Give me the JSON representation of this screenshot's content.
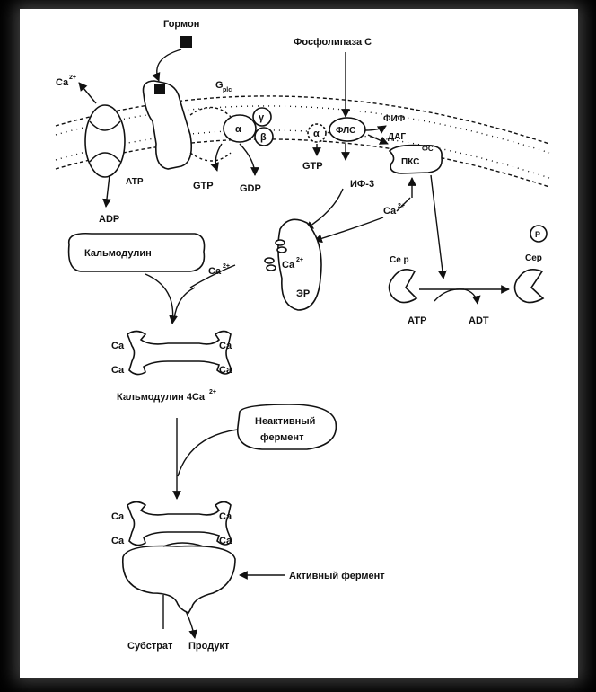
{
  "labels": {
    "hormone": "Гормон",
    "phospholipase": "Фосфолипаза С",
    "ca_top": "Ca",
    "ca_sup": "2+",
    "gplc": "G",
    "gplc_sub": "plc",
    "alpha": "α",
    "gamma": "γ",
    "beta": "β",
    "alpha2": "α",
    "fls": "ФЛС",
    "fif": "ФИФ",
    "dag": "ДАГ",
    "fs": "ФС",
    "pks": "ПКС",
    "atp_top": "АТР",
    "adp": "ADP",
    "gtp1": "GTP",
    "gdp": "GDP",
    "gtp2": "GTP",
    "if3": "ИФ-3",
    "ca_if": "Ca",
    "ca_if_sup": "2+",
    "calmodulin": "Кальмодулин",
    "ca_cal": "Ca",
    "ca_cal_sup": "2+",
    "ca_er": "Ca",
    "ca_er_sup": "2+",
    "er": "ЭР",
    "cer_left": "Се р",
    "p_circle": "P",
    "cer_right": "Сер",
    "atp_bottom": "АТР",
    "adt": "ADT",
    "ca1": "Ca",
    "ca2": "Ca",
    "ca3": "Ca",
    "ca4": "Ca",
    "calmodulin4ca": "Кальмодулин 4Ca",
    "calmodulin4ca_sup": "2+",
    "inactive1": "Неактивный",
    "inactive2": "фермент",
    "ca5": "Ca",
    "ca6": "Ca",
    "ca7": "Ca",
    "ca8": "Ca",
    "active": "Активный фермент",
    "substrate": "Субстрат",
    "product": "Продукт"
  }
}
